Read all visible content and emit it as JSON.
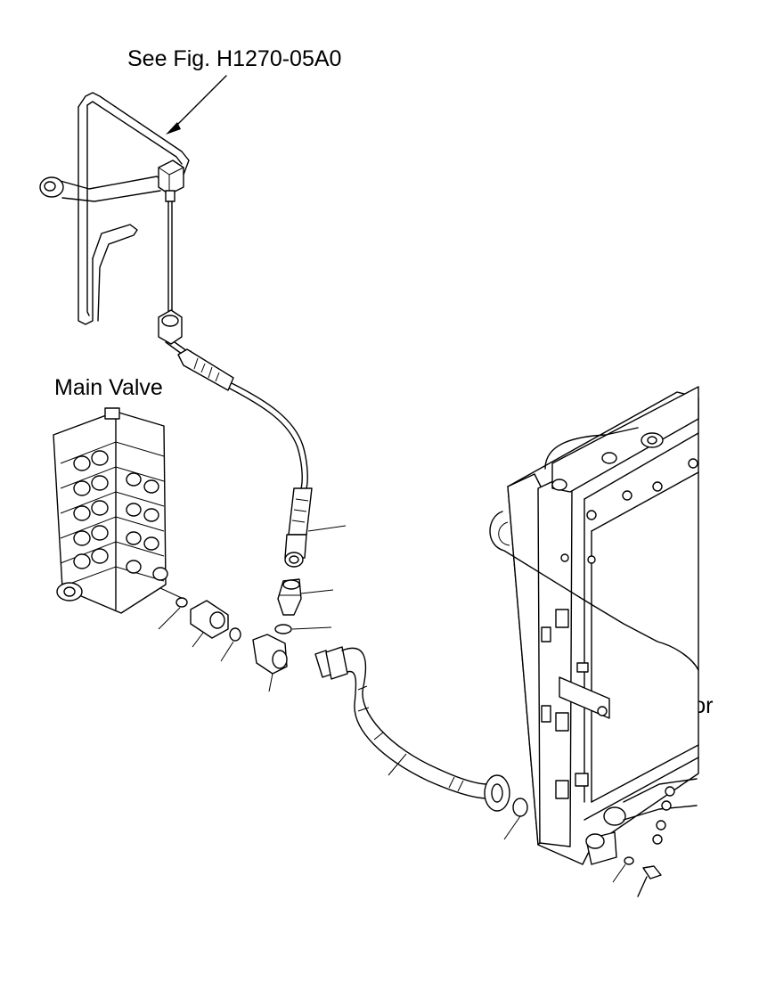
{
  "labels": {
    "reference": "See Fig. H1270-05A0",
    "main_valve": "Main Valve",
    "radiator": "Radiator"
  }
}
